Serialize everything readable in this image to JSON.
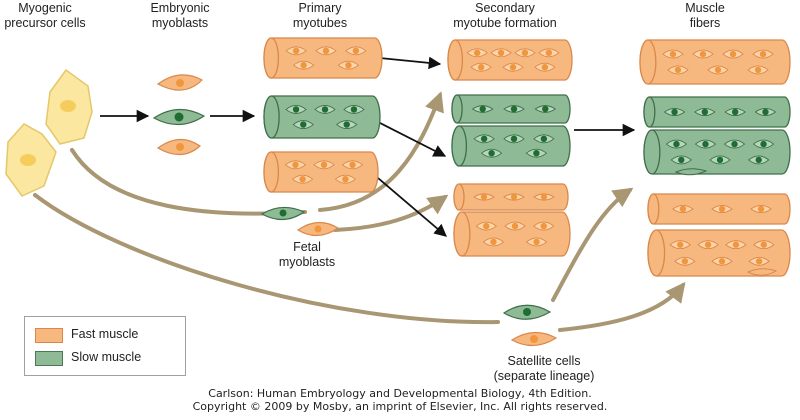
{
  "headers": {
    "myogenic": "Myogenic\nprecursor cells",
    "embryonic": "Embryonic\nmyoblasts",
    "primary": "Primary\nmyotubes",
    "secondary": "Secondary\nmyotube formation",
    "muscle": "Muscle\nfibers"
  },
  "labels": {
    "fetal": "Fetal\nmyoblasts",
    "satellite": "Satellite cells\n(separate lineage)"
  },
  "legend": {
    "fast": "Fast muscle",
    "slow": "Slow muscle"
  },
  "credit": "Carlson: Human Embryology and Developmental Biology, 4th Edition.\nCopyright © 2009 by Mosby, an imprint of Elsevier, Inc. All rights reserved.",
  "colors": {
    "fast_fill": "#f7b87f",
    "fast_stroke": "#d9884a",
    "slow_fill": "#8fba96",
    "slow_stroke": "#3f6f4a",
    "precursor_fill": "#fbe7a0",
    "precursor_stroke": "#e3c86a",
    "lineage_arrow": "#a99672"
  }
}
